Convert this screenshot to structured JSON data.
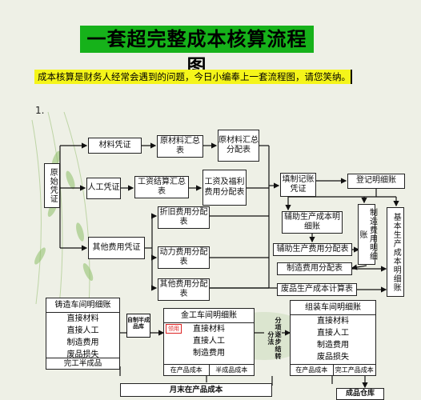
{
  "title": "一套超完整成本核算流程图",
  "subtitle": "成本核算是财务人经常会遇到的问题，今日小编奉上一套流程图，请您笑纳。",
  "section_number": "1.",
  "nodes": {
    "original_voucher": "原始凭证",
    "material_voucher": "材料凭证",
    "labor_voucher": "人工凭证",
    "other_voucher": "其他费用凭证",
    "material_summary": "原材料汇总表",
    "material_dist": "原材料汇总分配表",
    "wage_summary": "工资结算汇总表",
    "wage_dist": "工资及福利费用分配表",
    "depreciation_dist": "折旧费用分配表",
    "power_dist": "动力费用分配表",
    "other_dist": "其他费用分配表",
    "fill_voucher": "填制记账凭证",
    "ledger": "登记明细账",
    "aux_ledger": "辅助生产成本明细账",
    "aux_dist": "辅助生产费用分配表",
    "mfg_ledger": "制造费用明细账",
    "basic_ledger": "基本生产成本明细账",
    "mfg_dist": "制造费用分配表",
    "waste_calc": "废品生产成本计算表",
    "self_made_store": "自制半成品库",
    "month_end_wip": "月末在产品成本",
    "finished_store": "成品仓库"
  },
  "casting": {
    "header": "铸造车间明细账",
    "items": [
      "直接材料",
      "直接人工",
      "制造费用",
      "废品损失"
    ],
    "footer": "完工半成品"
  },
  "metalwork": {
    "header": "金工车间明细账",
    "tag": "领用",
    "items": [
      "直接材料",
      "直接人工",
      "制造费用"
    ],
    "footer_left": "在产品成本",
    "footer_right": "半成品成本"
  },
  "assembly": {
    "header": "组装车间明细账",
    "items": [
      "直接材料",
      "直接人工",
      "制造费用",
      "废品损失"
    ],
    "footer_left": "在产品成本",
    "footer_right": "完工产品成本"
  },
  "method_note": "分项逐步结转分法",
  "colors": {
    "title_bg": "#16b21a",
    "highlight": "#f5f51a",
    "accent_red": "#d22222"
  }
}
